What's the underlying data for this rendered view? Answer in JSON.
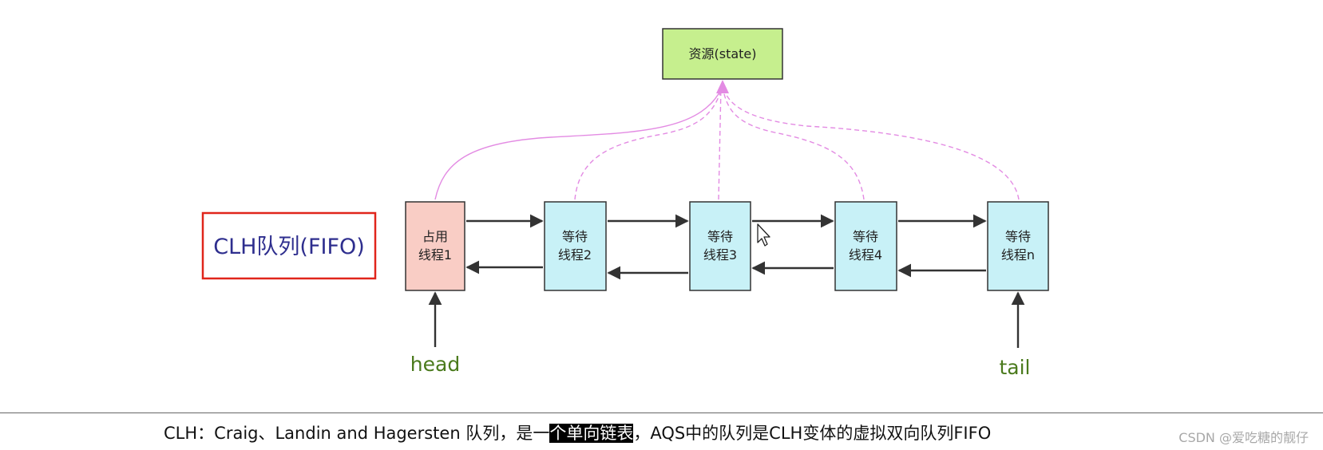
{
  "resource": {
    "label": "资源(state)"
  },
  "queue_label": "CLH队列(FIFO)",
  "nodes": [
    {
      "line1": "占用",
      "line2": "线程1",
      "fill": "#f9cdc5"
    },
    {
      "line1": "等待",
      "line2": "线程2",
      "fill": "#c8f1f7"
    },
    {
      "line1": "等待",
      "line2": "线程3",
      "fill": "#c8f1f7"
    },
    {
      "line1": "等待",
      "line2": "线程4",
      "fill": "#c8f1f7"
    },
    {
      "line1": "等待",
      "line2": "线程n",
      "fill": "#c8f1f7"
    }
  ],
  "pointers": {
    "head": "head",
    "tail": "tail"
  },
  "caption": {
    "before": "CLH：Craig、Landin and Hagersten 队列，是一",
    "highlight": "个单向链表",
    "after": "，AQS中的队列是CLH变体的虚拟双向队列FIFO"
  },
  "watermark": "CSDN @爱吃糖的靓仔",
  "colors": {
    "resource_fill": "#c6ef8e",
    "acquire_line": "#e38be3",
    "queue_border": "#e0251b",
    "pointer_text": "#4a7a1c"
  }
}
